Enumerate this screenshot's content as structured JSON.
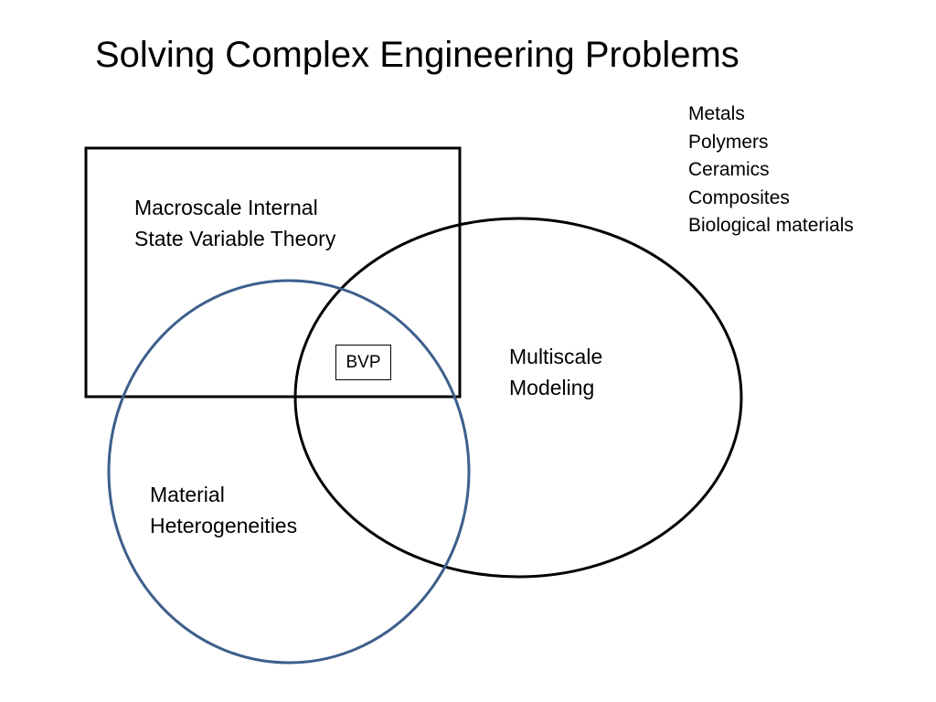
{
  "slide": {
    "title": "Solving Complex Engineering Problems",
    "materials": [
      "Metals",
      "Polymers",
      "Ceramics",
      "Composites",
      "Biological materials"
    ]
  },
  "diagram": {
    "macroscale": {
      "line1": "Macroscale Internal",
      "line2": "State Variable Theory"
    },
    "multiscale": {
      "line1": "Multiscale",
      "line2": "Modeling"
    },
    "heterogeneities": {
      "line1": "Material",
      "line2": "Heterogeneities"
    },
    "intersection_label": "BVP"
  },
  "colors": {
    "rectangle_stroke": "#000000",
    "multiscale_ellipse_stroke": "#000000",
    "heterogeneity_circle_stroke": "#3d5f8c"
  }
}
